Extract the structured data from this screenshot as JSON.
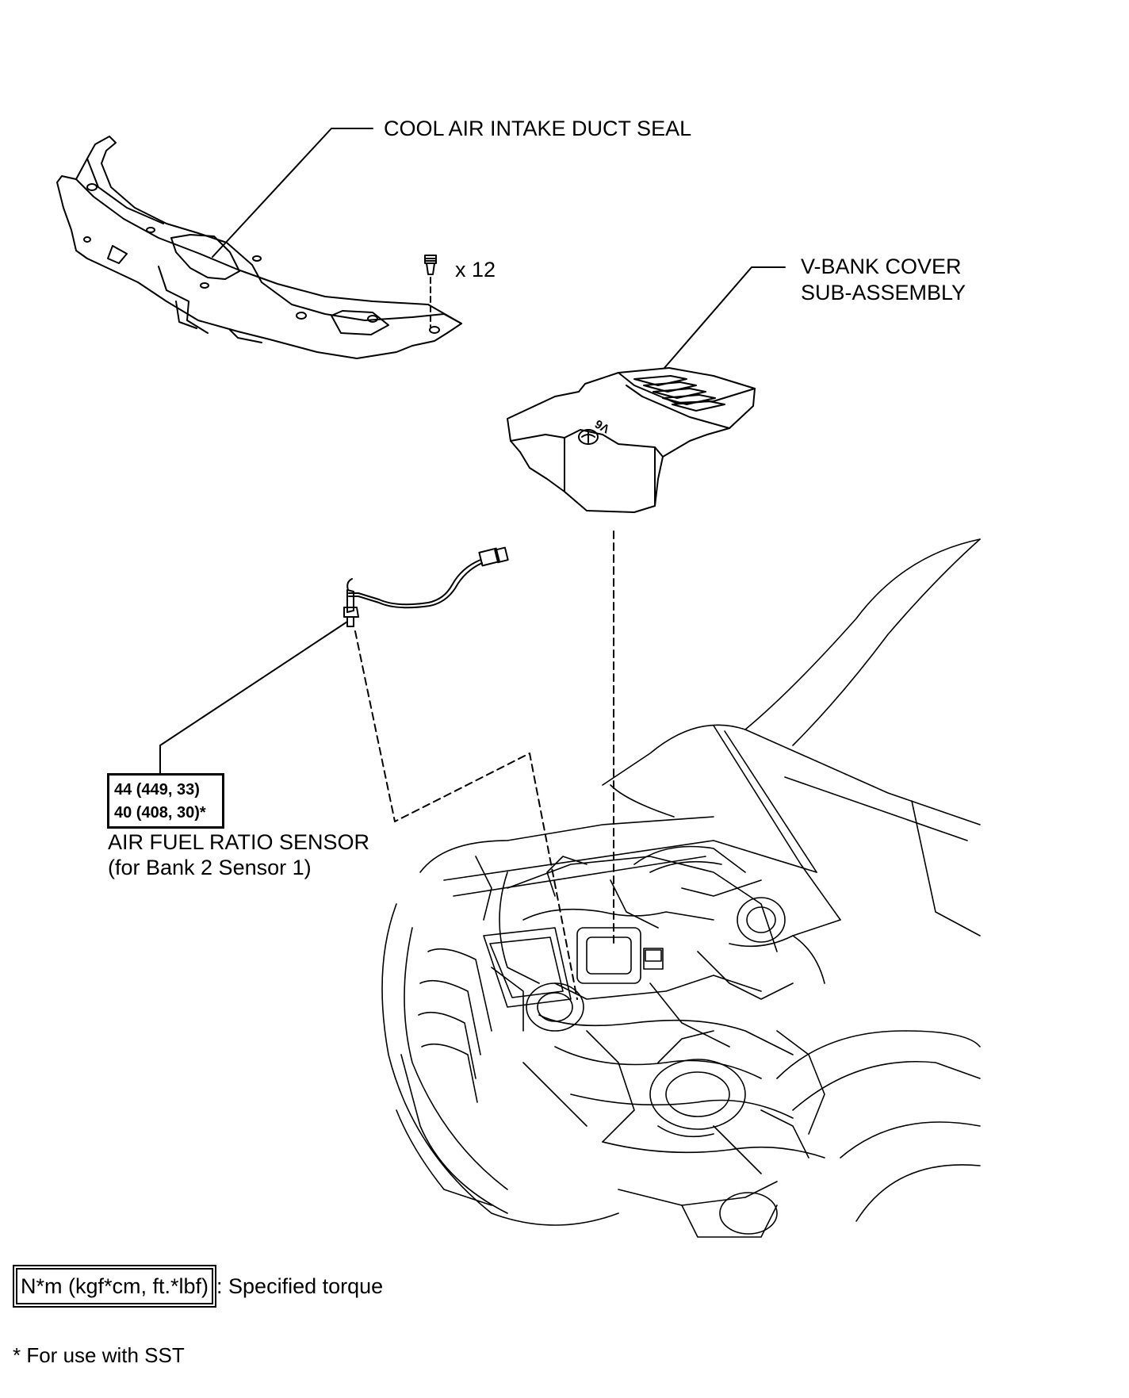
{
  "labels": {
    "cool_air_intake_duct_seal": "COOL AIR INTAKE DUCT SEAL",
    "clip_qty": "x 12",
    "v_bank_cover_line1": "V-BANK COVER",
    "v_bank_cover_line2": "SUB-ASSEMBLY",
    "air_fuel_ratio_sensor": "AIR FUEL RATIO SENSOR",
    "air_fuel_ratio_sensor_sub": "(for Bank 2 Sensor 1)"
  },
  "torque_box": {
    "line1": "44 (449, 33)",
    "line2": "40 (408, 30)*"
  },
  "legend": {
    "unit": "N*m (kgf*cm, ft.*lbf)",
    "meaning": ": Specified torque"
  },
  "footnote": "* For use with SST",
  "cover_mark": "V6"
}
